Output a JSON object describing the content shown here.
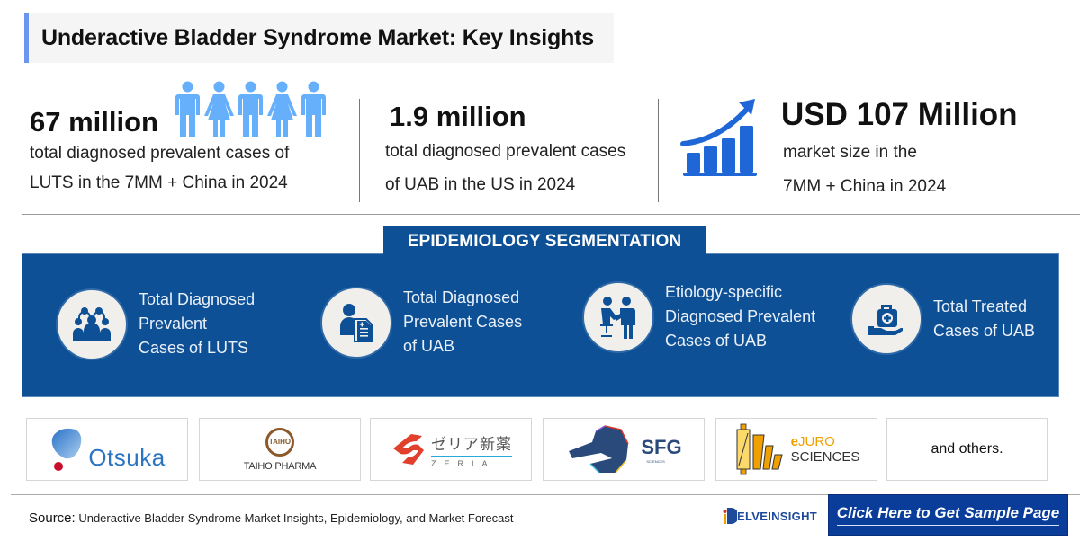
{
  "header": {
    "title": "Underactive Bladder Syndrome Market: Key Insights",
    "accent_color": "#6b96f0"
  },
  "stats": [
    {
      "value": "67 million",
      "desc_line1": "total diagnosed prevalent cases of",
      "desc_line2": "LUTS in the 7MM + China in 2024",
      "icon": "people-group-icon"
    },
    {
      "value": "1.9 million",
      "desc_line1": "total diagnosed prevalent cases",
      "desc_line2": "of UAB in the US in 2024"
    },
    {
      "value": "USD 107 Million",
      "desc_line1": "market size in the",
      "desc_line2": "7MM + China in 2024",
      "icon": "growth-chart-icon"
    }
  ],
  "segmentation": {
    "title": "EPIDEMIOLOGY SEGMENTATION",
    "panel_color": "#0e5096",
    "items": [
      {
        "icon": "group-icon",
        "line1": "Total Diagnosed",
        "line2": "Prevalent",
        "line3": "Cases of LUTS"
      },
      {
        "icon": "patient-report-icon",
        "line1": "Total Diagnosed",
        "line2": "Prevalent Cases",
        "line3": "of UAB"
      },
      {
        "icon": "doctor-patient-icon",
        "line1": "Etiology-specific",
        "line2": "Diagnosed Prevalent",
        "line3": "Cases of UAB"
      },
      {
        "icon": "medical-kit-hand-icon",
        "line1": "Total Treated",
        "line2": "Cases of UAB"
      }
    ]
  },
  "companies": {
    "otsuka": "Otsuka",
    "taiho_badge": "TAIHO",
    "taiho": "TAIHO PHARMA",
    "zeria_jp": "ゼリア新薬",
    "zeria_en": "ZERIA",
    "sfg": "SFG",
    "sfg_small": "SCIENCES",
    "juro_line1": "JURO",
    "juro_line2": "SCIENCES",
    "others": "and others."
  },
  "footer": {
    "source_label": "Source:",
    "source_text": "Underactive Bladder Syndrome Market Insights, Epidemiology, and Market Forecast",
    "brand_initial": "D",
    "brand": "ELVEINSIGHT",
    "cta": "Click Here to Get Sample Page",
    "cta_color": "#0a3d99"
  }
}
